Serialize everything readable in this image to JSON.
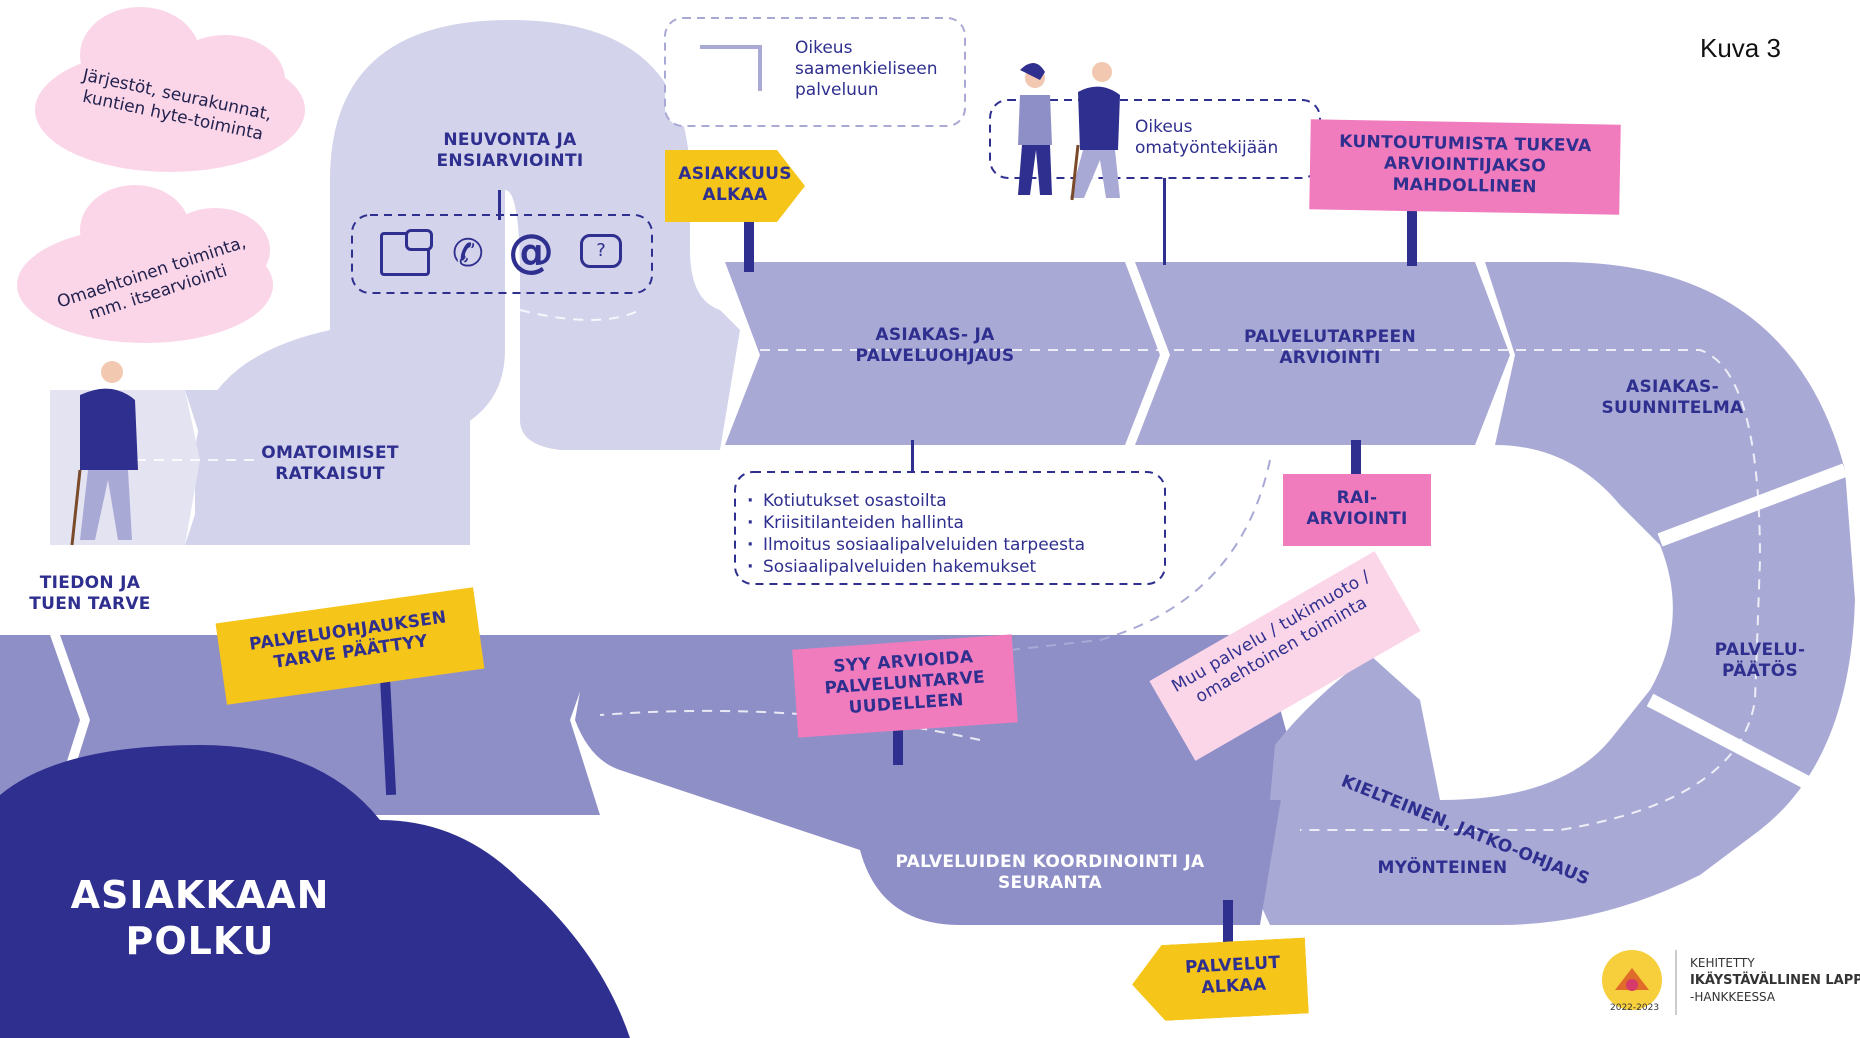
{
  "figure_label": "Kuva 3",
  "title": "ASIAKKAAN POLKU",
  "clouds": [
    "Järjestöt, seurakunnat, kuntien hyte-toiminta",
    "Omaehtoinen toiminta, mm. itsearviointi"
  ],
  "start_label": "TIEDON JA TUEN TARVE",
  "stages": {
    "neuvonta": "NEUVONTA JA ENSIARVIOINTI",
    "omatoimiset": "OMATOIMISET RATKAISUT",
    "asiakasohjaus": "ASIAKAS- JA PALVELUOHJAUS",
    "palvelutarve": "PALVELUTARPEEN ARVIOINTI",
    "asiakassuunnitelma": "ASIAKAS- SUUNNITELMA",
    "palvelupaatos": "PALVELU- PÄÄTÖS",
    "myonteinen": "MYÖNTEINEN",
    "kielteinen": "KIELTEINEN, JATKO-OHJAUS",
    "koordinointi": "PALVELUIDEN KOORDINOINTI JA SEURANTA"
  },
  "signs": {
    "asiakkuus_alkaa": "ASIAKKUUS ALKAA",
    "kuntoutumista": "KUNTOUTUMISTA TUKEVA ARVIOINTIJAKSO MAHDOLLINEN",
    "rai": "RAI- ARVIOINTI",
    "muu_palvelu": "Muu palvelu / tukimuoto / omaehtoinen toiminta",
    "syy_arvioida": "SYY ARVIOIDA PALVELUNTARVE UUDELLEEN",
    "palveluohjaus_paattyy": "PALVELUOHJAUKSEN TARVE PÄÄTTYY",
    "palvelut_alkaa": "PALVELUT ALKAA"
  },
  "notes": {
    "saame": "Oikeus saamenkieliseen palveluun",
    "omatyontekija": "Oikeus omatyöntekijään"
  },
  "channel_icons": [
    "video-chat-icon",
    "phone-icon",
    "at-sign-icon",
    "question-bubble-icon"
  ],
  "bullets": [
    "Kotiutukset osastoilta",
    "Kriisitilanteiden hallinta",
    "Ilmoitus sosiaalipalveluiden tarpeesta",
    "Sosiaalipalveluiden hakemukset"
  ],
  "logo": {
    "line1": "KEHITETTY",
    "line2": "IKÄYSTÄVÄLLINEN LAPPI",
    "line3": "-HANKKEESSA",
    "badge_text": "2022-2023"
  },
  "colors": {
    "path_light": "#d3d3eb",
    "path_mid": "#a9a9d6",
    "path_dark": "#8f8fc8",
    "navy": "#2f2f8f",
    "yellow": "#f6c51a",
    "pink": "#f07cbe",
    "cloud_pink": "#fbd6e9"
  }
}
